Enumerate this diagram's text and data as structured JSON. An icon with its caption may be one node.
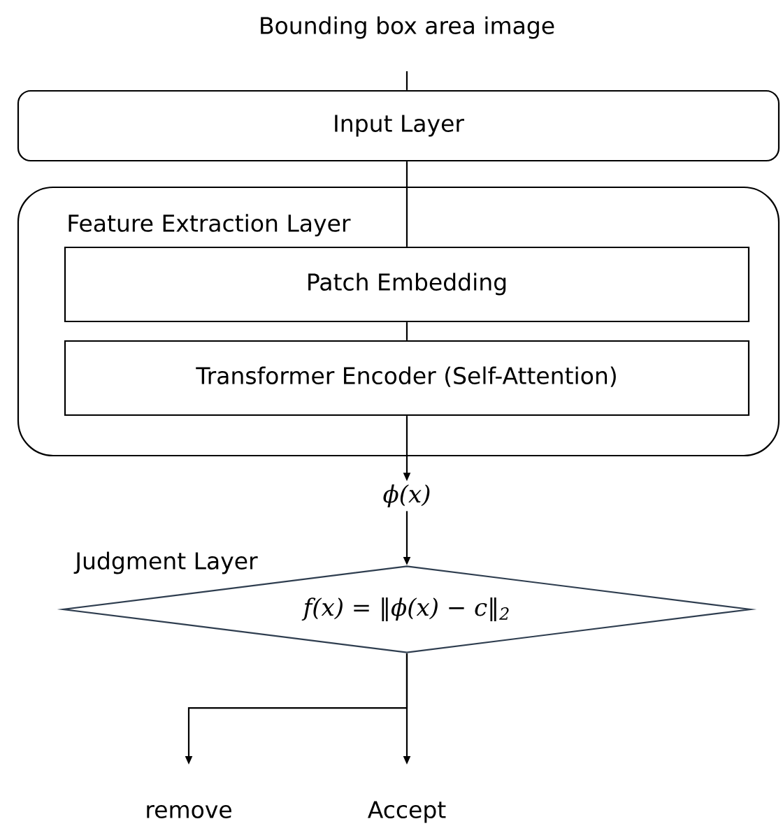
{
  "diagram": {
    "nodes": [
      {
        "text": [
          "Bounding box area image"
        ]
      },
      {
        "text": [
          "Input Layer"
        ]
      },
      {
        "text": [
          "Feature Extraction Layer"
        ]
      },
      {
        "text": [
          "Patch Embedding"
        ],
        "in": 2
      },
      {
        "text": [
          "Transformer Encoder (Self-Attention)"
        ],
        "in": 2
      },
      {
        "text": [
          "ϕ(x)"
        ]
      },
      {
        "text": [
          "Judgment Layer",
          "f(x) = ‖ϕ(x) − c‖$_{2}$"
        ]
      },
      {
        "text": [
          "remove"
        ]
      },
      {
        "text": [
          "Accept"
        ]
      }
    ],
    "edges": [
      {
        "from": 0,
        "to": 1,
        "arrow": "none"
      },
      {
        "from": 1,
        "to": 3,
        "arrow": "none"
      },
      {
        "from": 3,
        "to": 4,
        "arrow": "none"
      },
      {
        "from": 4,
        "to": 5,
        "arrow": "to"
      },
      {
        "from": 5,
        "to": 6,
        "arrow": "to"
      },
      {
        "from": 6,
        "to": 7,
        "arrow": "to"
      },
      {
        "from": 6,
        "to": 8,
        "arrow": "to"
      }
    ]
  }
}
